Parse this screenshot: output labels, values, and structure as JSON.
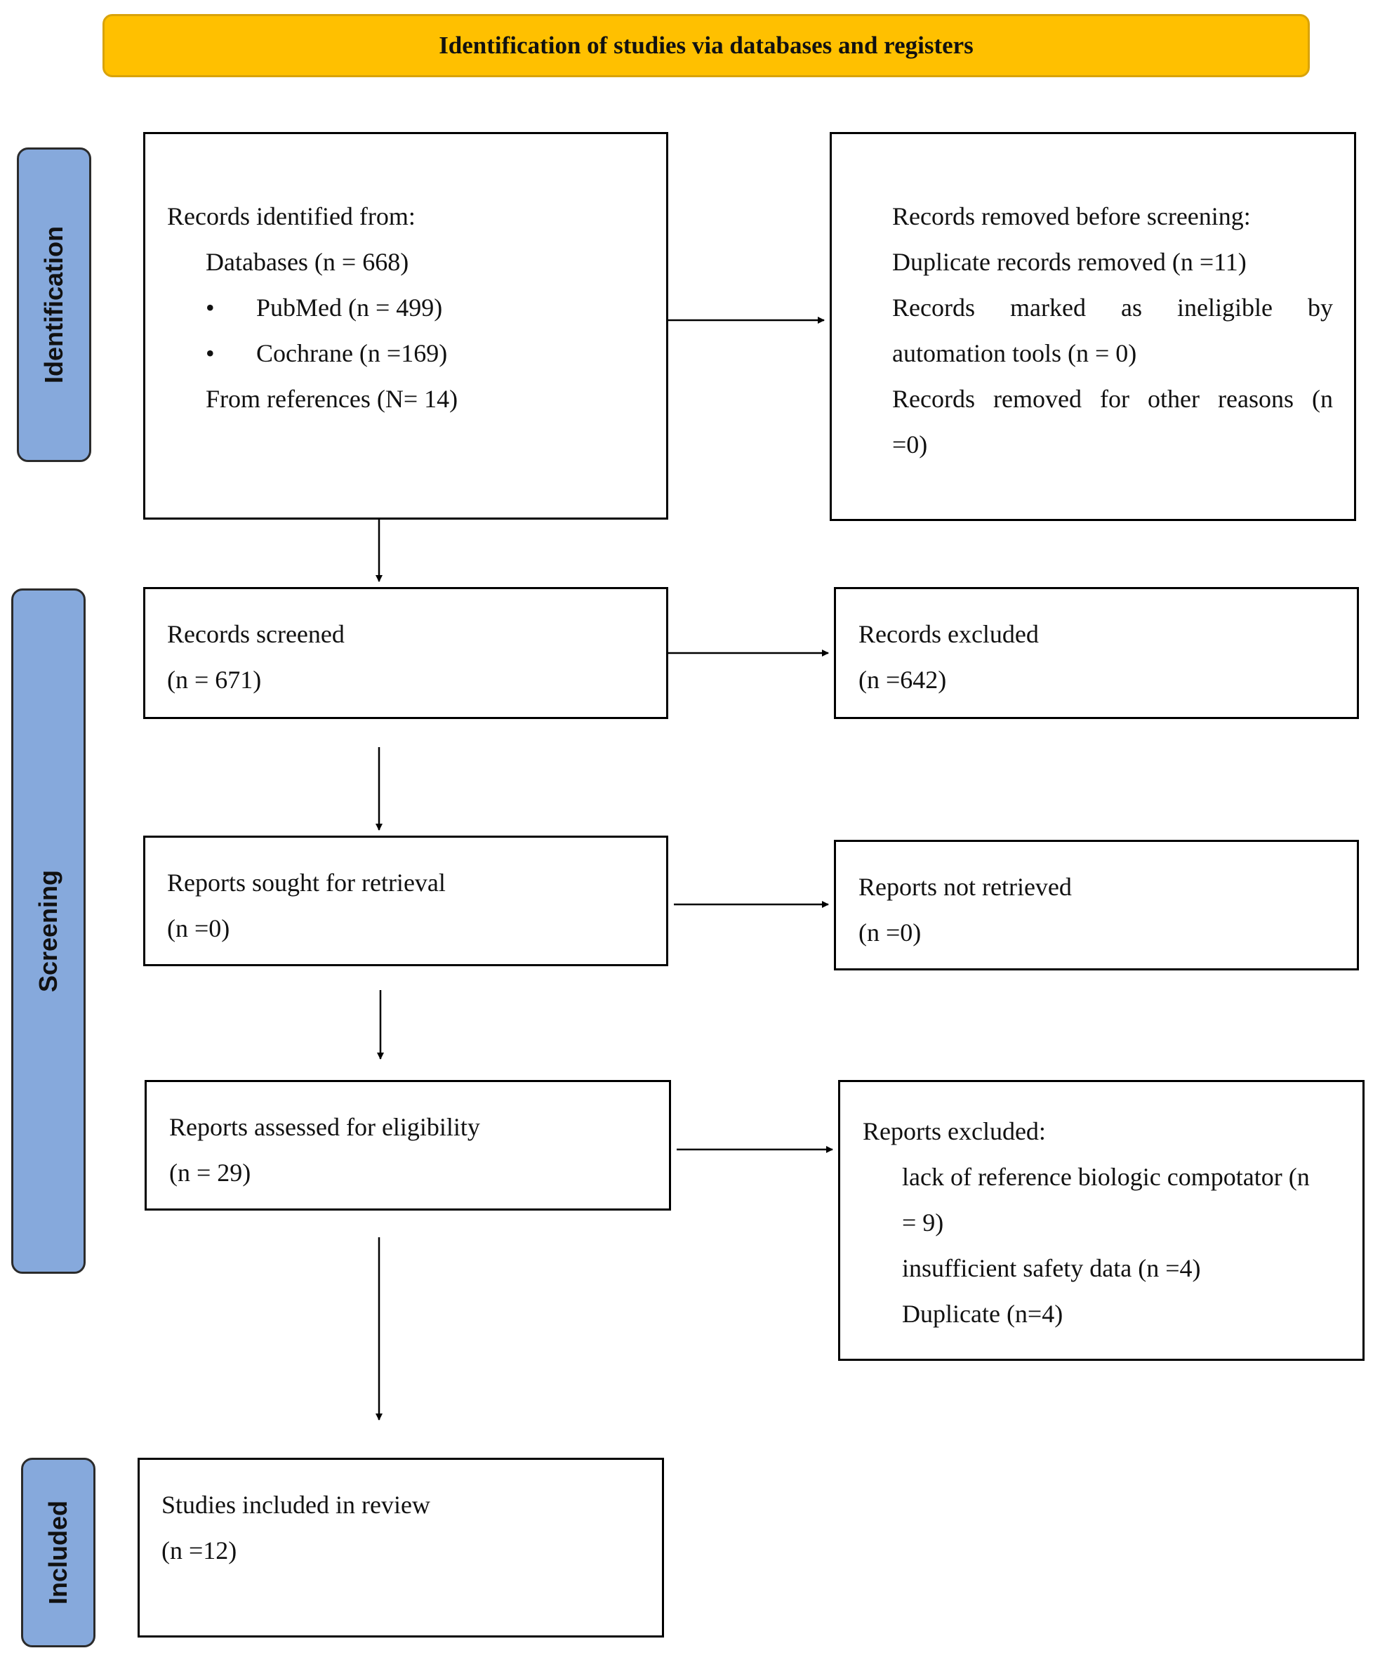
{
  "banner": "Identification of studies via databases and registers",
  "phases": {
    "identification": "Identification",
    "screening": "Screening",
    "included": "Included"
  },
  "identified": {
    "heading": "Records identified from:",
    "databases": "Databases (n =  668)",
    "bullet_symbol": "•",
    "pubmed": "PubMed (n =  499)",
    "cochrane": "Cochrane (n =169)",
    "references": "From references (N= 14)"
  },
  "removed": {
    "heading": "Records removed before screening:",
    "duplicates": "Duplicate records removed (n =11)",
    "ineligible_1": "Records marked as ineligible by",
    "ineligible_2": "automation tools (n = 0)",
    "other_1": "Records removed for other reasons (n",
    "other_2": "=0)"
  },
  "screened": {
    "label": "Records screened",
    "count": "(n =  671)"
  },
  "excluded": {
    "label": "Records excluded",
    "count": "(n =642)"
  },
  "sought": {
    "label": "Reports sought for retrieval",
    "count": "(n =0)"
  },
  "not_retrieved": {
    "label": "Reports not retrieved",
    "count": "(n =0)"
  },
  "assessed": {
    "label": "Reports assessed for eligibility",
    "count": "(n = 29)"
  },
  "reports_excluded": {
    "heading": "Reports excluded:",
    "reason1_a": "lack of reference biologic compotator (n",
    "reason1_b": "= 9)",
    "reason2": "insufficient safety data (n =4)",
    "reason3": "Duplicate (n=4)"
  },
  "included": {
    "label": "Studies included in review",
    "count": "(n =12)"
  },
  "colors": {
    "banner": "#ffc000",
    "phase": "#86a9dc",
    "border": "#000000"
  }
}
